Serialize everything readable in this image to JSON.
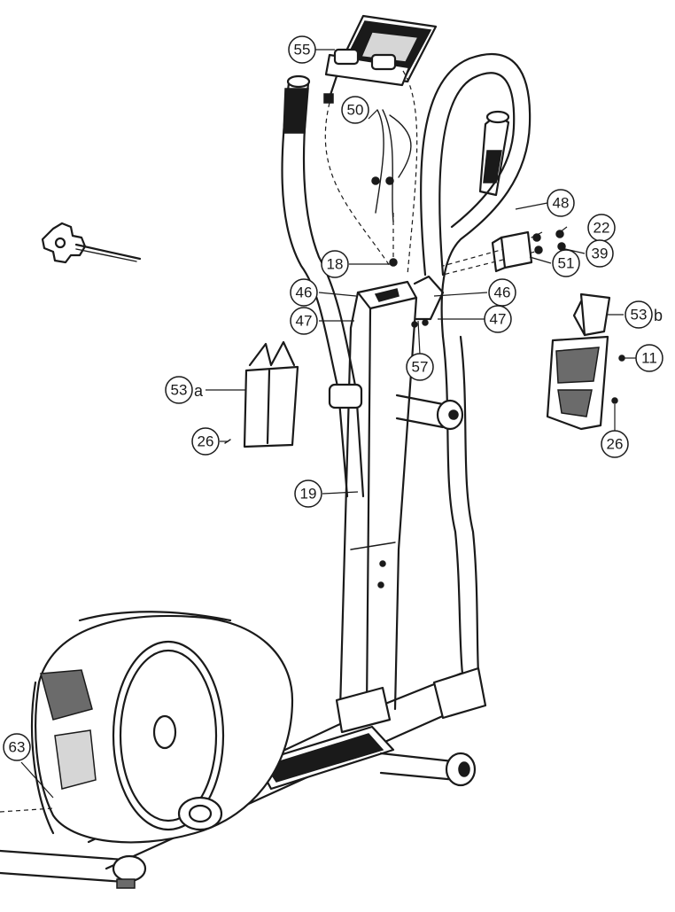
{
  "callouts": [
    {
      "number": "55",
      "suffix": ""
    },
    {
      "number": "50",
      "suffix": ""
    },
    {
      "number": "48",
      "suffix": ""
    },
    {
      "number": "22",
      "suffix": ""
    },
    {
      "number": "39",
      "suffix": ""
    },
    {
      "number": "51",
      "suffix": ""
    },
    {
      "number": "18",
      "suffix": ""
    },
    {
      "number": "46",
      "suffix": ""
    },
    {
      "number": "47",
      "suffix": ""
    },
    {
      "number": "46",
      "suffix": ""
    },
    {
      "number": "47",
      "suffix": ""
    },
    {
      "number": "57",
      "suffix": ""
    },
    {
      "number": "53",
      "suffix": "b"
    },
    {
      "number": "11",
      "suffix": ""
    },
    {
      "number": "53",
      "suffix": "a"
    },
    {
      "number": "26",
      "suffix": ""
    },
    {
      "number": "26",
      "suffix": ""
    },
    {
      "number": "19",
      "suffix": ""
    },
    {
      "number": "63",
      "suffix": ""
    }
  ]
}
